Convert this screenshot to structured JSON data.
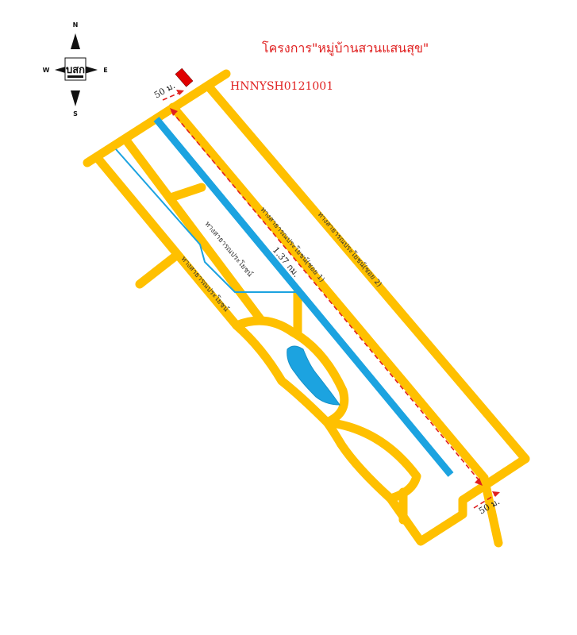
{
  "title": "โครงการ\"หมู่บ้านสวนแสนสุข\"",
  "project_code": "HNNYSH0121001",
  "compass": {
    "north": "N",
    "south": "S",
    "east": "E",
    "west": "W",
    "logo_text": "บสก"
  },
  "distances": {
    "top_offset": "50 ม.",
    "bottom_offset": "50 ม.",
    "length": "1.37 กม."
  },
  "roads": {
    "soi_2": "ทางสาธารณประโยชน์(ซอย 2)",
    "soi_1": "ทางสาธารณประโยชน์(ซอย 1)",
    "public_left_1": "ทางสาธารณประโยชน์",
    "public_left_2": "ทางสาธารณประโยชน์"
  },
  "colors": {
    "road": "#FFC000",
    "water": "#1CA3E0",
    "marker": "#E00000",
    "annotation": "#E02020"
  },
  "icons": [
    "compass-icon",
    "property-marker-icon",
    "distance-arrow-icon"
  ]
}
